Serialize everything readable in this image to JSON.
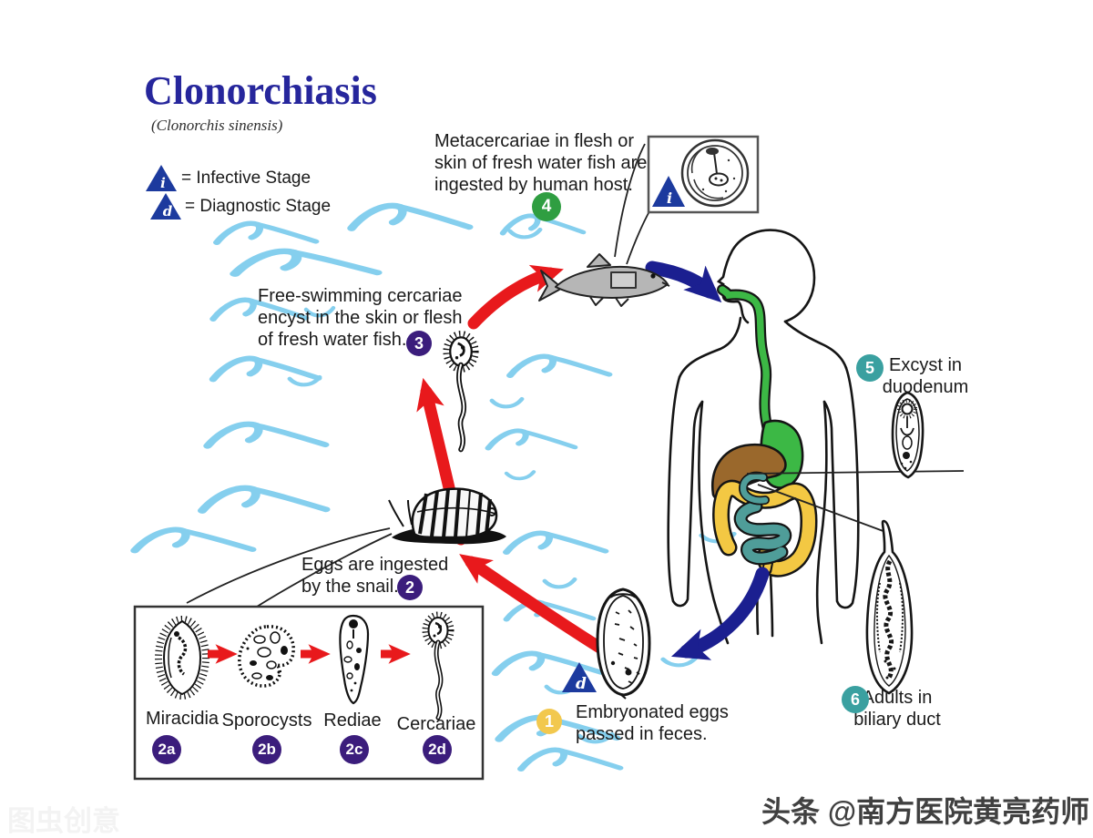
{
  "title": "Clonorchiasis",
  "subtitle": "(Clonorchis sinensis)",
  "legend": {
    "infective_symbol": "i",
    "infective_label": "= Infective Stage",
    "diagnostic_symbol": "d",
    "diagnostic_label": "= Diagnostic Stage"
  },
  "steps": {
    "s1": {
      "num": "1",
      "text": "Embryonated eggs\npassed in feces."
    },
    "s2": {
      "num": "2",
      "text": "Eggs are ingested\nby the snail."
    },
    "s3": {
      "num": "3",
      "text": "Free-swimming cercariae\nencyst in the skin or flesh\nof fresh water fish."
    },
    "s4": {
      "num": "4",
      "text": "Metacercariae in flesh or\nskin of fresh water fish are\ningested by human host."
    },
    "s5": {
      "num": "5",
      "text": "Excyst in\nduodenum"
    },
    "s6": {
      "num": "6",
      "text": "Adults in\nbiliary duct"
    }
  },
  "substages": {
    "a": {
      "num": "2a",
      "label": "Miracidia"
    },
    "b": {
      "num": "2b",
      "label": "Sporocysts"
    },
    "c": {
      "num": "2c",
      "label": "Rediae"
    },
    "d": {
      "num": "2d",
      "label": "Cercariae"
    }
  },
  "markers": {
    "inset_infective": "i",
    "egg_diagnostic": "d"
  },
  "watermarks": {
    "bottom_left": "图虫创意",
    "bottom_right": "头条 @南方医院黄亮药师"
  },
  "colors": {
    "title": "#26269c",
    "triangle_blue": "#1c3a9e",
    "step_green": "#2f9e41",
    "step_purple": "#3b1d7c",
    "step_teal": "#3aa0a0",
    "step_yellow": "#f2c84e",
    "arrow_red": "#e8191c",
    "arrow_blue": "#1b1f90",
    "wave_blue": "#85cfee"
  }
}
